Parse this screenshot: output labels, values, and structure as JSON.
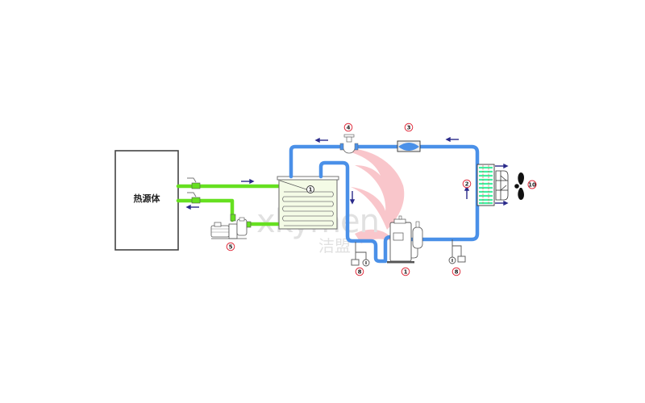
{
  "diagram": {
    "heat_source_label": "热源体",
    "watermark": {
      "brand_latin": "xkymen",
      "brand_cn": "洁盟"
    },
    "components": [
      {
        "id": "compressor",
        "number": "1",
        "icon": "compressor-icon"
      },
      {
        "id": "condenser",
        "number": "2",
        "icon": "condenser-icon"
      },
      {
        "id": "expansion-valve",
        "number": "3",
        "icon": "expansion-valve-icon"
      },
      {
        "id": "solenoid-valve",
        "number": "4",
        "icon": "valve-icon"
      },
      {
        "id": "water-pump",
        "number": "5",
        "icon": "pump-icon"
      },
      {
        "id": "evaporator-gauge",
        "number": "8",
        "icon": "pressure-gauge-icon"
      },
      {
        "id": "condenser-gauge",
        "number": "8",
        "icon": "pressure-gauge-icon"
      },
      {
        "id": "fan",
        "number": "10",
        "icon": "fan-icon"
      },
      {
        "id": "tank-sensor",
        "number": "1",
        "icon": "temperature-sensor-icon"
      }
    ],
    "colors": {
      "refrigerant_pipe": "#4a90e8",
      "water_pipe": "#66e020",
      "flow_arrow": "#2a2a8a",
      "badge_ring": "#e03040",
      "watermark_red": "#f4a0a8",
      "condenser_fins": "#40f0a0"
    }
  }
}
